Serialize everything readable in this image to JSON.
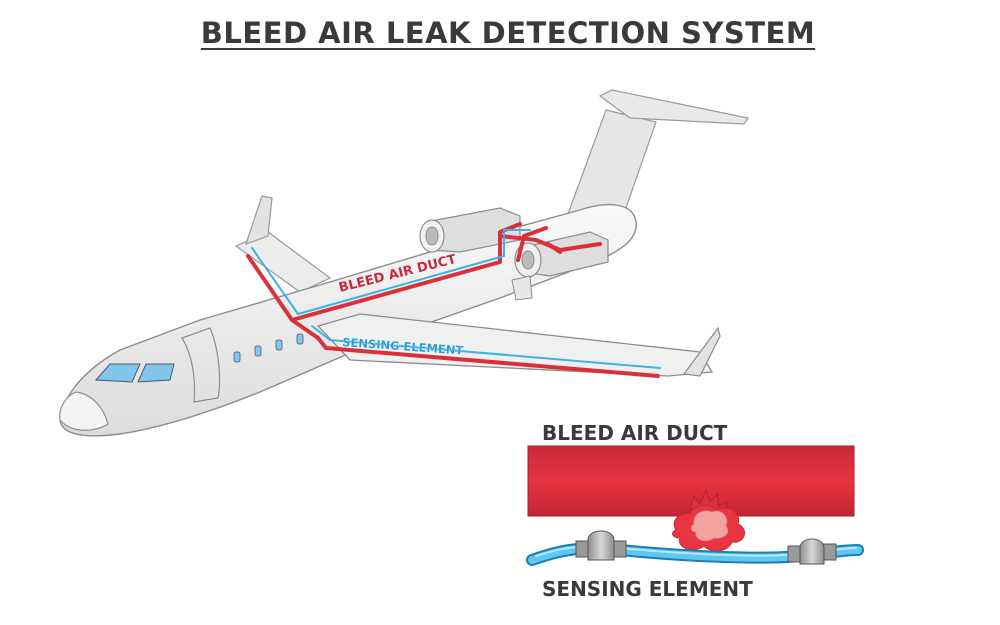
{
  "title": "BLEED AIR LEAK DETECTION SYSTEM",
  "aircraft_labels": {
    "duct": "BLEED AIR DUCT",
    "sensor": "SENSING ELEMENT"
  },
  "detail_labels": {
    "duct": "BLEED AIR DUCT",
    "sensor": "SENSING ELEMENT"
  },
  "colors": {
    "duct_red": "#d9303a",
    "sensor_blue": "#3cb2e6",
    "text_dark": "#3a3a3a"
  }
}
